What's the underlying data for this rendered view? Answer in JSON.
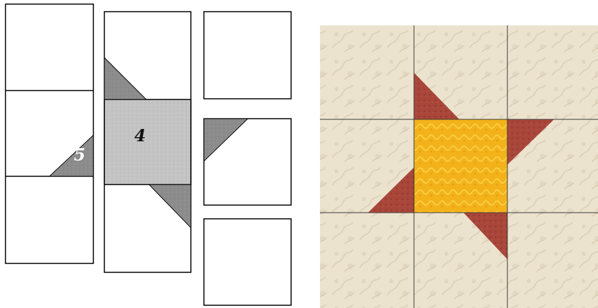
{
  "diagram": {
    "labels": {
      "piece_5": "5",
      "piece_4": "4"
    },
    "colors": {
      "grey_piece": "#8c8c8c",
      "center_grey": "#c4c4c4",
      "background_fabric": "#ece3cf",
      "fabric_motif": "#ddd2ba",
      "star_points": "#a9463a",
      "star_points_dark": "#8a3329",
      "center_fabric": "#f3b21a",
      "center_fabric_light": "#f8cf45",
      "outline": "#000000",
      "label_5": "#ffffff",
      "label_4": "#111111"
    },
    "quilt_block": {
      "pattern": "friendship-star",
      "grid": "3x3"
    }
  }
}
